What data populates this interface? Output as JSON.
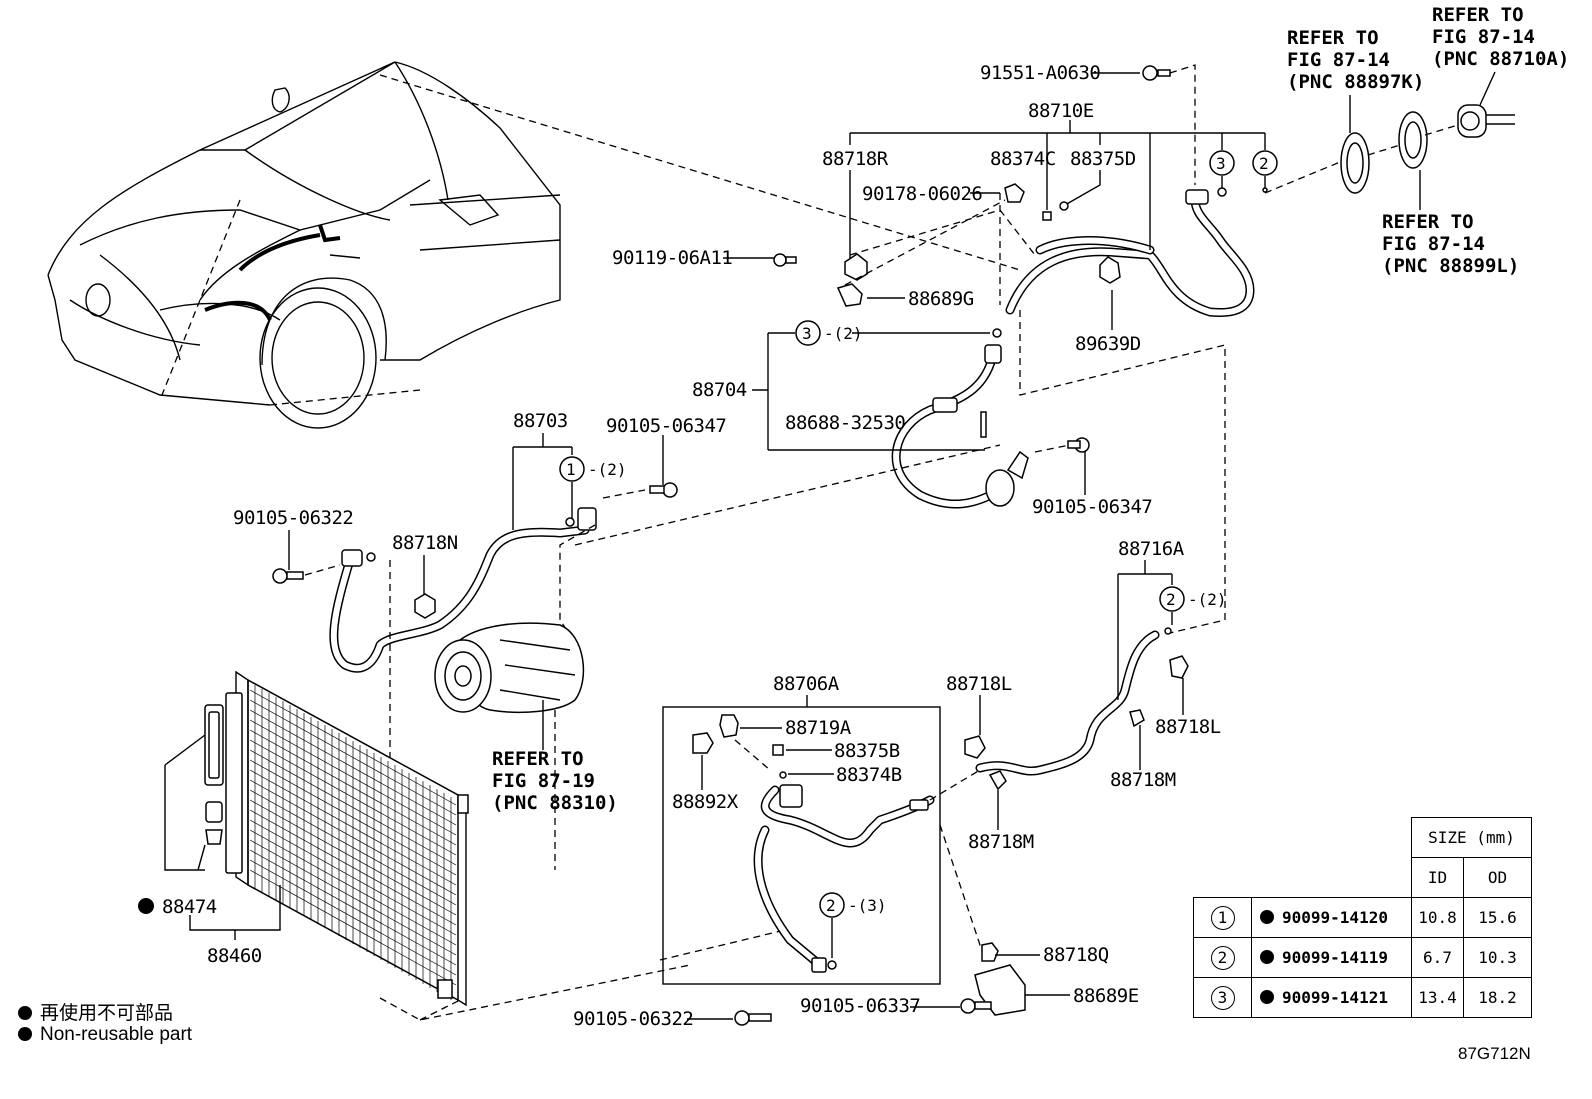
{
  "labels": {
    "p91551": "91551-A0630",
    "p88710E": "88710E",
    "p88718R": "88718R",
    "p88374C": "88374C",
    "p88375D": "88375D",
    "p90178": "90178-06026",
    "p90119": "90119-06A11",
    "p88689G": "88689G",
    "p89639D": "89639D",
    "p88704": "88704",
    "p88688": "88688-32530",
    "p88703": "88703",
    "p90105a": "90105-06347",
    "p90105b": "90105-06347",
    "p90105c": "90105-06322",
    "p88718N": "88718N",
    "p88716A": "88716A",
    "p88706A": "88706A",
    "p88719A": "88719A",
    "p88375B": "88375B",
    "p88374B": "88374B",
    "p88892X": "88892X",
    "p88718L1": "88718L",
    "p88718L2": "88718L",
    "p88718M1": "88718M",
    "p88718M2": "88718M",
    "p88474": "88474",
    "p88460": "88460",
    "p88718Q": "88718Q",
    "p88689E": "88689E",
    "p90105d": "90105-06322",
    "p90105e": "90105-06337",
    "fig_code": "87G712N"
  },
  "refer_notes": {
    "r1": [
      "REFER TO",
      "FIG 87-14",
      "(PNC 88897K)"
    ],
    "r2": [
      "REFER TO",
      "FIG 87-14",
      "(PNC 88710A)"
    ],
    "r3": [
      "REFER TO",
      "FIG 87-14",
      "(PNC 88899L)"
    ],
    "r4": [
      "REFER TO",
      "FIG 87-19",
      "(PNC 88310)"
    ]
  },
  "circle_refs": {
    "c3top": "3",
    "c2top": "2",
    "c3mid": "3",
    "c3mid_qty": "-(2)",
    "c1": "1",
    "c1_qty": "-(2)",
    "c2right": "2",
    "c2right_qty": "-(2)",
    "c2box": "2",
    "c2box_qty": "-(3)"
  },
  "legend": {
    "line1": "再使用不可部品",
    "line2": "Non-reusable part"
  },
  "size_table": {
    "header": "SIZE (mm)",
    "col_id": "ID",
    "col_od": "OD",
    "rows": [
      {
        "ref": "1",
        "part": "90099-14120",
        "id": "10.8",
        "od": "15.6"
      },
      {
        "ref": "2",
        "part": "90099-14119",
        "id": "6.7",
        "od": "10.3"
      },
      {
        "ref": "3",
        "part": "90099-14121",
        "id": "13.4",
        "od": "18.2"
      }
    ]
  }
}
